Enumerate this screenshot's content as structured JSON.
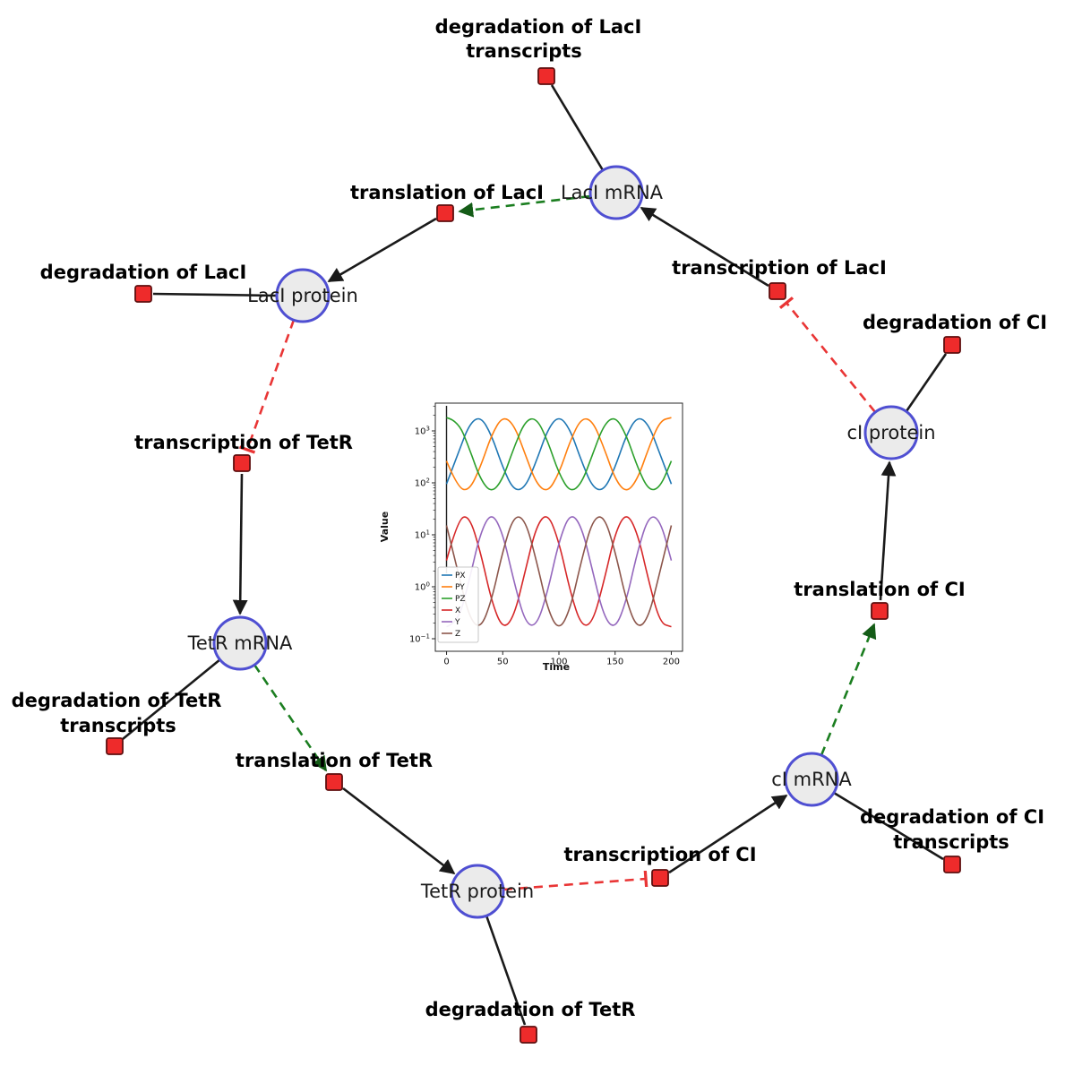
{
  "diagram": {
    "species": [
      {
        "id": "laci-mrna",
        "label": "LacI mRNA"
      },
      {
        "id": "laci-protein",
        "label": "LacI protein"
      },
      {
        "id": "ci-protein",
        "label": "cI protein"
      },
      {
        "id": "tetr-mrna",
        "label": "TetR mRNA"
      },
      {
        "id": "ci-mrna",
        "label": "cI mRNA"
      },
      {
        "id": "tetr-protein",
        "label": "TetR protein"
      }
    ],
    "reactions": [
      {
        "id": "degradation-laci-transcripts",
        "label_lines": [
          "degradation of LacI",
          "transcripts"
        ]
      },
      {
        "id": "translation-laci",
        "label_lines": [
          "translation of LacI"
        ]
      },
      {
        "id": "degradation-laci",
        "label_lines": [
          "degradation of LacI"
        ]
      },
      {
        "id": "transcription-laci",
        "label_lines": [
          "transcription of LacI"
        ]
      },
      {
        "id": "degradation-ci",
        "label_lines": [
          "degradation of CI"
        ]
      },
      {
        "id": "transcription-tetr",
        "label_lines": [
          "transcription of TetR"
        ]
      },
      {
        "id": "degradation-tetr-transcripts",
        "label_lines": [
          "degradation of TetR",
          "transcripts"
        ]
      },
      {
        "id": "translation-tetr",
        "label_lines": [
          "translation of TetR"
        ]
      },
      {
        "id": "transcription-ci",
        "label_lines": [
          "transcription of CI"
        ]
      },
      {
        "id": "degradation-ci-transcripts",
        "label_lines": [
          "degradation of CI",
          "transcripts"
        ]
      },
      {
        "id": "translation-ci",
        "label_lines": [
          "translation of CI"
        ]
      },
      {
        "id": "degradation-tetr",
        "label_lines": [
          "degradation of TetR"
        ]
      }
    ],
    "edges": [
      {
        "from": "LacI mRNA",
        "to": "degradation of LacI transcripts",
        "type": "consumption"
      },
      {
        "from": "LacI mRNA",
        "to": "translation of LacI",
        "type": "modifier"
      },
      {
        "from": "translation of LacI",
        "to": "LacI protein",
        "type": "production"
      },
      {
        "from": "transcription of LacI",
        "to": "LacI mRNA",
        "type": "production"
      },
      {
        "from": "LacI protein",
        "to": "degradation of LacI",
        "type": "consumption"
      },
      {
        "from": "LacI protein",
        "to": "transcription of TetR",
        "type": "inhibition"
      },
      {
        "from": "transcription of TetR",
        "to": "TetR mRNA",
        "type": "production"
      },
      {
        "from": "TetR mRNA",
        "to": "degradation of TetR transcripts",
        "type": "consumption"
      },
      {
        "from": "TetR mRNA",
        "to": "translation of TetR",
        "type": "modifier"
      },
      {
        "from": "translation of TetR",
        "to": "TetR protein",
        "type": "production"
      },
      {
        "from": "TetR protein",
        "to": "degradation of TetR",
        "type": "consumption"
      },
      {
        "from": "TetR protein",
        "to": "transcription of CI",
        "type": "inhibition"
      },
      {
        "from": "transcription of CI",
        "to": "cI mRNA",
        "type": "production"
      },
      {
        "from": "cI mRNA",
        "to": "degradation of CI transcripts",
        "type": "consumption"
      },
      {
        "from": "cI mRNA",
        "to": "translation of CI",
        "type": "modifier"
      },
      {
        "from": "translation of CI",
        "to": "cI protein",
        "type": "production"
      },
      {
        "from": "cI protein",
        "to": "degradation of CI",
        "type": "consumption"
      },
      {
        "from": "cI protein",
        "to": "transcription of LacI",
        "type": "inhibition"
      }
    ],
    "colors": {
      "species_fill": "#ebebeb",
      "species_stroke": "#4f4fd2",
      "reaction_fill": "#ee2b2b",
      "reaction_stroke": "#5e0f0f",
      "production_edge": "#1a1a1a",
      "modifier_edge": "#1b7e20",
      "inhibition_edge": "#e93535"
    }
  },
  "chart_data": {
    "type": "line",
    "title": "",
    "xlabel": "Time",
    "ylabel": "Value",
    "y_scale": "log",
    "xlim": [
      -10,
      210
    ],
    "ylim_log": [
      -1.25,
      3.55
    ],
    "x_ticks": [
      0,
      50,
      100,
      150,
      200
    ],
    "y_tick_base": "10",
    "y_ticks_exponents": [
      3,
      2,
      1,
      0,
      -1
    ],
    "legend_position": "lower left",
    "grid": false,
    "x": [
      0,
      10,
      20,
      30,
      40,
      50,
      60,
      70,
      80,
      90,
      100,
      110,
      120,
      130,
      140,
      150,
      160,
      170,
      180,
      190,
      200
    ],
    "series": [
      {
        "name": "PX",
        "color": "#1f77b4",
        "values": [
          95,
          355,
          1330,
          1945,
          841,
          197,
          70,
          80,
          263,
          1076,
          1995,
          1076,
          263,
          80,
          70,
          197,
          841,
          1945,
          1330,
          355,
          95
        ]
      },
      {
        "name": "PY",
        "color": "#ff7f0e",
        "values": [
          263,
          80,
          70,
          197,
          841,
          1945,
          1332,
          355,
          95,
          65,
          150,
          640,
          1800,
          1583,
          479,
          117,
          63,
          117,
          479,
          1583,
          1800
        ]
      },
      {
        "name": "PZ",
        "color": "#2ca02c",
        "values": [
          1800,
          1583,
          479,
          117,
          63,
          117,
          479,
          1583,
          1800,
          640,
          150,
          65,
          95,
          355,
          1332,
          1945,
          841,
          197,
          70,
          80,
          263
        ]
      },
      {
        "name": "X",
        "color": "#d62728",
        "values": [
          3.2,
          19.8,
          24.0,
          4.9,
          0.53,
          0.15,
          0.26,
          2.0,
          15.2,
          27.1,
          7.5,
          0.81,
          0.17,
          0.2,
          1.26,
          10.9,
          28.2,
          10.9,
          1.26,
          0.2,
          0.17
        ]
      },
      {
        "name": "Y",
        "color": "#9467bd",
        "values": [
          0.17,
          0.2,
          1.26,
          10.9,
          28.2,
          10.9,
          1.26,
          0.2,
          0.17,
          0.81,
          7.5,
          27.1,
          15.2,
          2.0,
          0.26,
          0.15,
          0.53,
          4.9,
          24.0,
          19.8,
          3.2
        ]
      },
      {
        "name": "Z",
        "color": "#8c564b",
        "values": [
          15.2,
          2.0,
          0.26,
          0.15,
          0.53,
          4.9,
          24.0,
          19.8,
          3.2,
          0.36,
          0.14,
          0.36,
          3.2,
          19.8,
          24.0,
          4.9,
          0.53,
          0.15,
          0.26,
          2.0,
          15.2
        ]
      }
    ]
  }
}
